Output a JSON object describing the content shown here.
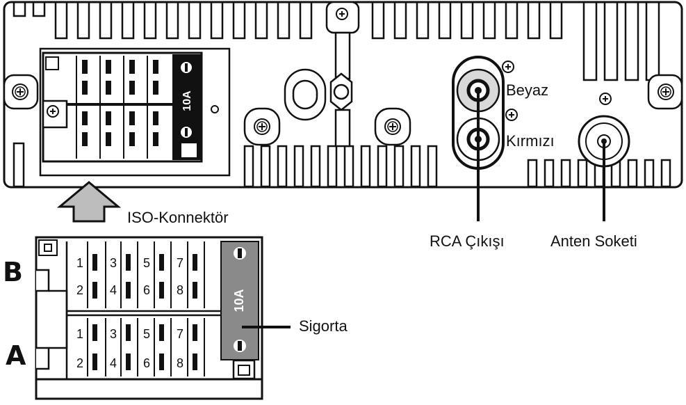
{
  "radio_panel": {
    "fuse_rating": "10A",
    "label_white": "Beyaz",
    "label_red": "Kırmızı"
  },
  "callouts": {
    "iso_connector": "ISO-Konnektör",
    "rca_output": "RCA Çıkışı",
    "antenna_socket": "Anten Soketi",
    "fuse": "Sigorta"
  },
  "iso_detail": {
    "row_b_label": "B",
    "row_a_label": "A",
    "fuse_rating": "10A",
    "pins_top": [
      "1",
      "3",
      "5",
      "7"
    ],
    "pins_bottom": [
      "2",
      "4",
      "6",
      "8"
    ]
  },
  "colors": {
    "line": "#111111",
    "fuse_body": "#8a8a8a",
    "arrow_fill": "#bdbdbd"
  }
}
